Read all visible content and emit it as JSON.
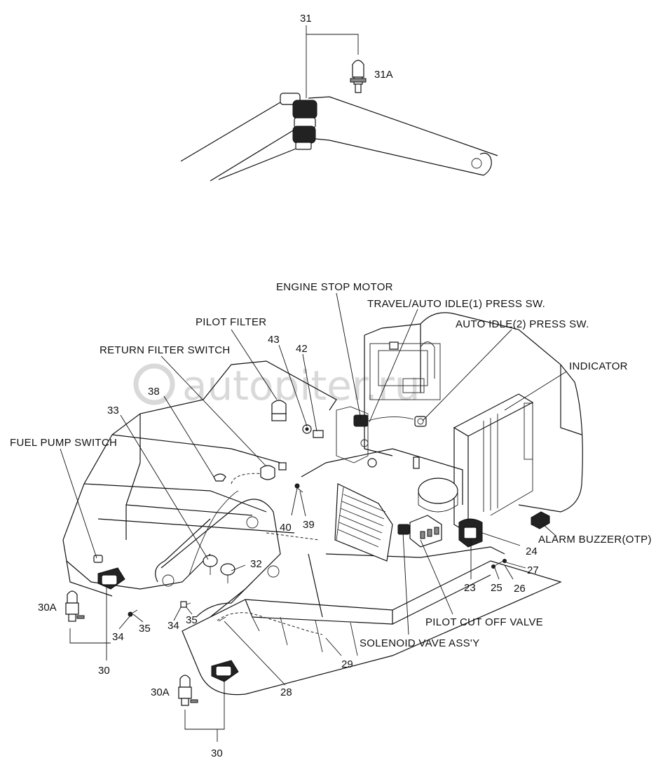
{
  "watermark": "autopiter.ru",
  "labels": {
    "engine_stop_motor": "ENGINE STOP MOTOR",
    "travel_auto_idle": "TRAVEL/AUTO IDLE(1) PRESS SW.",
    "auto_idle2": "AUTO IDLE(2) PRESS SW.",
    "pilot_filter": "PILOT FILTER",
    "return_filter_switch": "RETURN FILTER SWITCH",
    "indicator": "INDICATOR",
    "fuel_pump_switch": "FUEL PUMP SWITCH",
    "alarm_buzzer": "ALARM BUZZER(OTP)",
    "pilot_cut_off_valve": "PILOT CUT OFF VALVE",
    "solenoid_valve_assy": "SOLENOID VAVE ASS'Y"
  },
  "numbers": {
    "n31": "31",
    "n31a": "31A",
    "n43": "43",
    "n42": "42",
    "n38": "38",
    "n33": "33",
    "n40": "40",
    "n39": "39",
    "n32": "32",
    "n24": "24",
    "n27": "27",
    "n23": "23",
    "n25": "25",
    "n26": "26",
    "n30a_left": "30A",
    "n34_left": "34",
    "n35_left": "35",
    "n34_mid": "34",
    "n35_mid": "35",
    "n30_left": "30",
    "n29": "29",
    "n28": "28",
    "n30a_bottom": "30A",
    "n30_bottom": "30"
  }
}
